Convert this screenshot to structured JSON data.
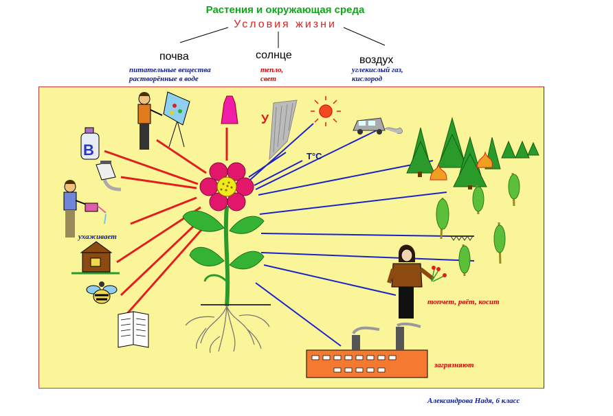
{
  "header": {
    "title": "Растения и окружающая среда",
    "subtitle": "Условия жизни"
  },
  "conditions": [
    {
      "label": "почва",
      "note_line1": "питательные вещества",
      "note_line2": "растворённые в воде"
    },
    {
      "label": "солнце",
      "note_line1": "тепло,",
      "note_line2": "свет"
    },
    {
      "label": "воздух",
      "note_line1": "углекислый газ,",
      "note_line2": "кислород"
    }
  ],
  "symbols": {
    "vitamin": "В",
    "ultraviolet": "У",
    "temperature": "T°C"
  },
  "annotations": {
    "cares": "ухаживает",
    "tramples": "топчет, рвёт, косит",
    "pollutes": "загрязняют"
  },
  "credit": "Александрова Надя, 6 класс",
  "colors": {
    "title": "#11a51c",
    "subtitle": "#e41e1e",
    "panel_bg": "#fbf59a",
    "positive_lines": "#e11d1d",
    "negative_lines": "#1a22c9"
  }
}
